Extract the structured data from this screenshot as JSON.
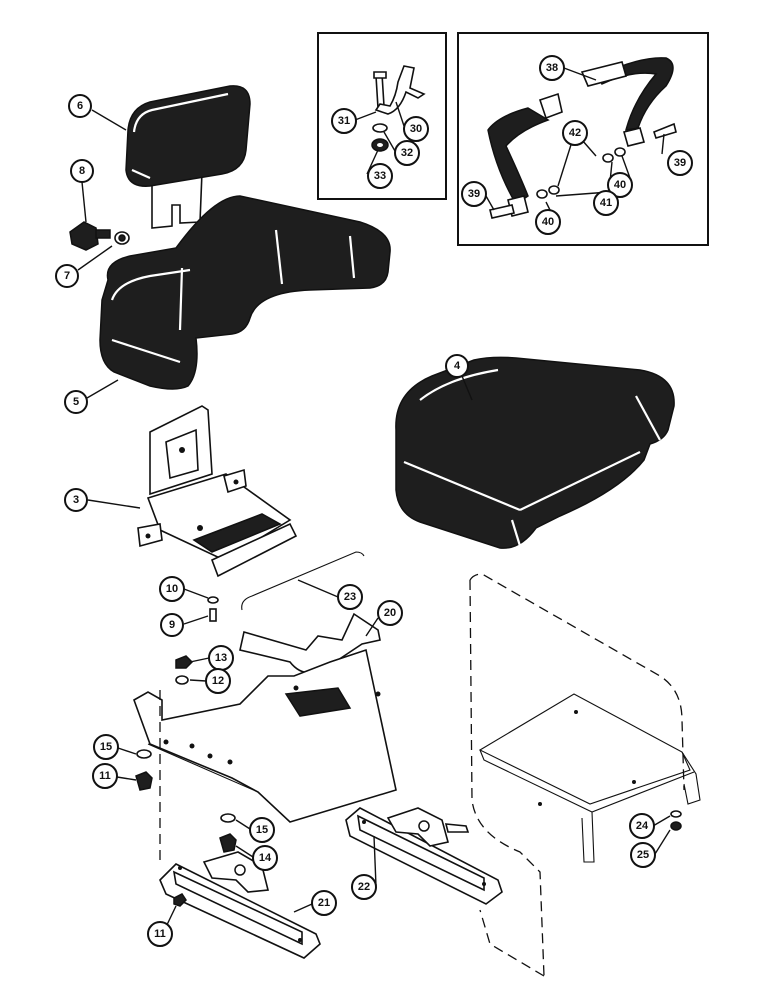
{
  "callouts": [
    {
      "id": "c6",
      "label": "6"
    },
    {
      "id": "c8",
      "label": "8"
    },
    {
      "id": "c7",
      "label": "7"
    },
    {
      "id": "c5",
      "label": "5"
    },
    {
      "id": "c31",
      "label": "31"
    },
    {
      "id": "c30",
      "label": "30"
    },
    {
      "id": "c32",
      "label": "32"
    },
    {
      "id": "c33",
      "label": "33"
    },
    {
      "id": "c38",
      "label": "38"
    },
    {
      "id": "c42",
      "label": "42"
    },
    {
      "id": "c39a",
      "label": "39"
    },
    {
      "id": "c40a",
      "label": "40"
    },
    {
      "id": "c41",
      "label": "41"
    },
    {
      "id": "c39b",
      "label": "39"
    },
    {
      "id": "c40b",
      "label": "40"
    },
    {
      "id": "c4",
      "label": "4"
    },
    {
      "id": "c3",
      "label": "3"
    },
    {
      "id": "c10",
      "label": "10"
    },
    {
      "id": "c9",
      "label": "9"
    },
    {
      "id": "c23",
      "label": "23"
    },
    {
      "id": "c20",
      "label": "20"
    },
    {
      "id": "c13",
      "label": "13"
    },
    {
      "id": "c12",
      "label": "12"
    },
    {
      "id": "c15a",
      "label": "15"
    },
    {
      "id": "c11a",
      "label": "11"
    },
    {
      "id": "c15b",
      "label": "15"
    },
    {
      "id": "c14",
      "label": "14"
    },
    {
      "id": "c22",
      "label": "22"
    },
    {
      "id": "c21",
      "label": "21"
    },
    {
      "id": "c11b",
      "label": "11"
    },
    {
      "id": "c24",
      "label": "24"
    },
    {
      "id": "c25",
      "label": "25"
    }
  ]
}
